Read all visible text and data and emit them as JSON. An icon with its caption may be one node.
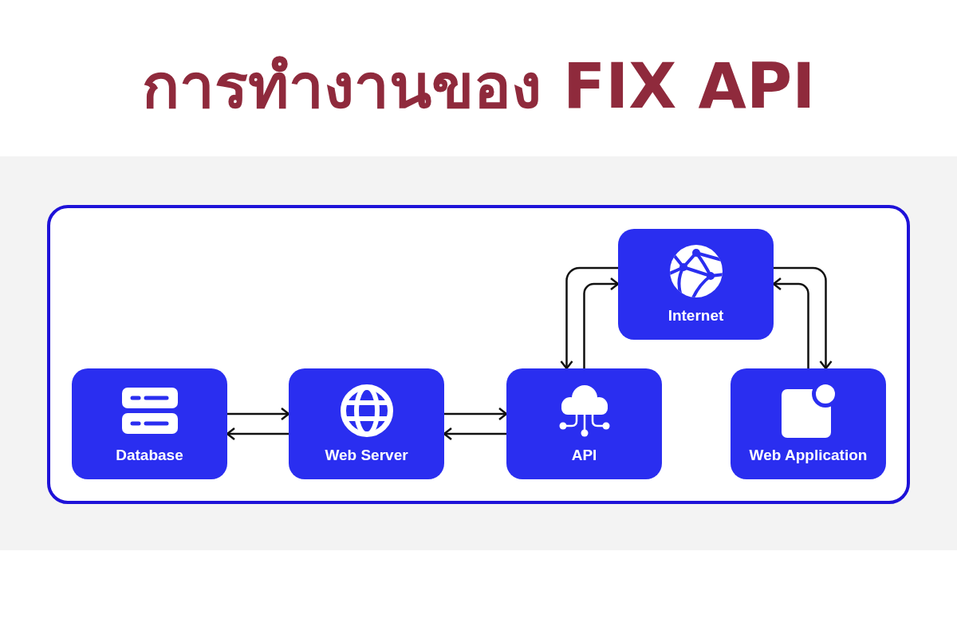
{
  "diagram": {
    "title": "การทำงานของ FIX API",
    "nodes": [
      {
        "text": [
          "Database"
        ]
      },
      {
        "text": [
          "Web Server"
        ]
      },
      {
        "text": [
          "API"
        ]
      },
      {
        "text": [
          "Internet"
        ]
      },
      {
        "text": [
          "Web Application"
        ]
      }
    ],
    "edges": [
      {
        "from": 0,
        "to": 1,
        "arrow": "to"
      },
      {
        "from": 1,
        "to": 0,
        "arrow": "to"
      },
      {
        "from": 1,
        "to": 2,
        "arrow": "to"
      },
      {
        "from": 2,
        "to": 1,
        "arrow": "to"
      },
      {
        "from": 3,
        "to": 2,
        "arrow": "to"
      },
      {
        "from": 2,
        "to": 3,
        "arrow": "to"
      },
      {
        "from": 3,
        "to": 4,
        "arrow": "to"
      },
      {
        "from": 4,
        "to": 3,
        "arrow": "to"
      }
    ]
  }
}
